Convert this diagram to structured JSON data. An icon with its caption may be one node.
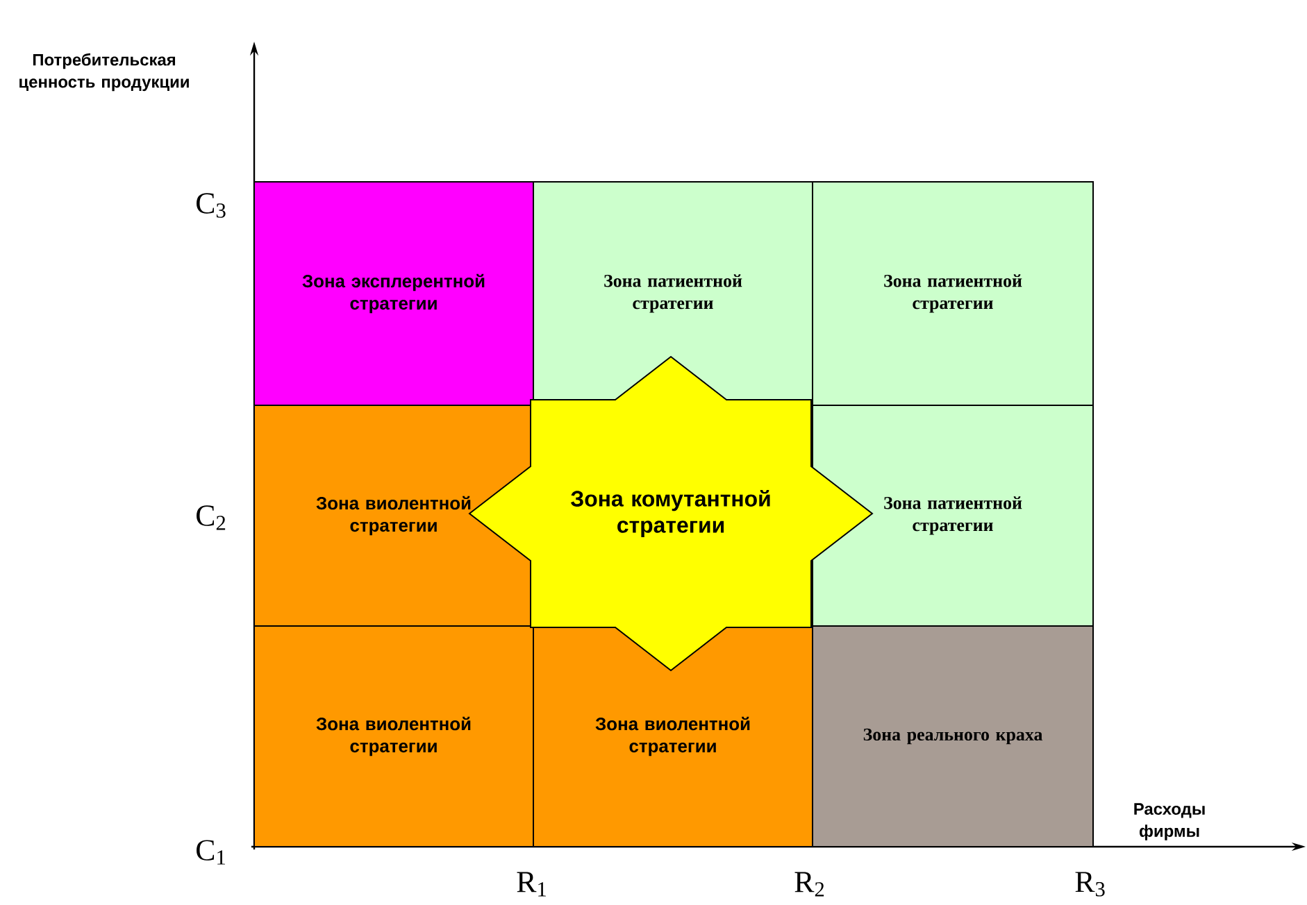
{
  "diagram": {
    "nodes": [
      {
        "text": [
          "Зона эксплерентной стратегии"
        ]
      },
      {
        "text": [
          "Зона патиентной стратегии"
        ]
      },
      {
        "text": [
          "Зона патиентной стратегии"
        ]
      },
      {
        "text": [
          "Зона виолентной стратегии"
        ]
      },
      {
        "text": [
          "Зона комутантной стратегии"
        ]
      },
      {
        "text": [
          "Зона патиентной стратегии"
        ]
      },
      {
        "text": [
          "Зона виолентной стратегии"
        ]
      },
      {
        "text": [
          "Зона виолентной стратегии"
        ]
      },
      {
        "text": [
          "Зона реального краха"
        ]
      }
    ],
    "labels": [
      "Потребительская ценность продукции",
      "C$_{3}$",
      "C$_{2}$",
      "Расходы фирмы",
      "C$_{1}$",
      "R$_{1}$",
      "R$_{2}$",
      "R$_{3}$"
    ]
  }
}
